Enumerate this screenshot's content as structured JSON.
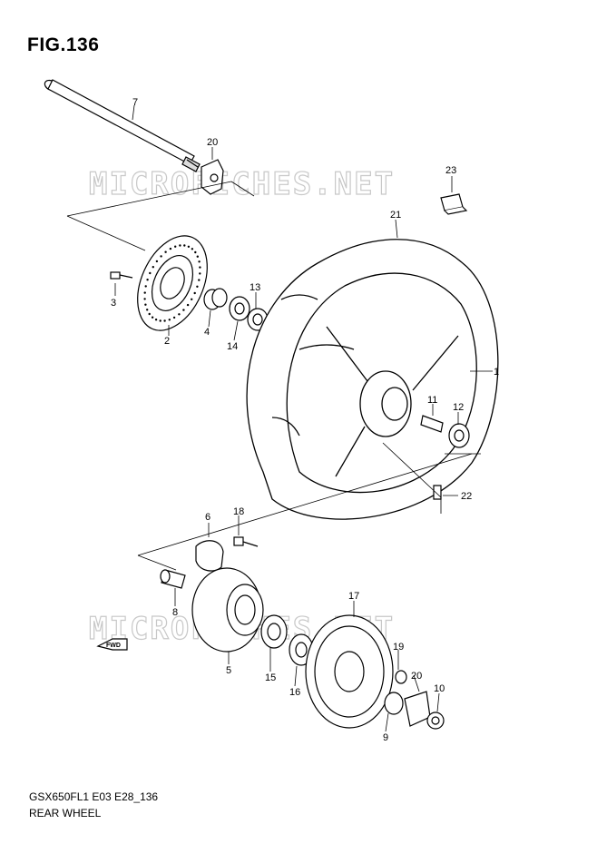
{
  "figure": {
    "title": "FIG.136",
    "model_code": "GSX650FL1 E03 E28_136",
    "section_title": "REAR WHEEL"
  },
  "watermark": {
    "text": "MICROFICHES.NET",
    "color": "#c8c8c8"
  },
  "direction_marker": "FWD",
  "callouts": [
    {
      "id": "1",
      "part": "rear-wheel"
    },
    {
      "id": "2",
      "part": "brake-disc"
    },
    {
      "id": "3",
      "part": "disc-bolt"
    },
    {
      "id": "4",
      "part": "spacer"
    },
    {
      "id": "5",
      "part": "sprocket-mounting-drum"
    },
    {
      "id": "6",
      "part": "damper"
    },
    {
      "id": "7",
      "part": "axle"
    },
    {
      "id": "8",
      "part": "drum-spacer"
    },
    {
      "id": "9",
      "part": "axle-spacer"
    },
    {
      "id": "10",
      "part": "axle-nut"
    },
    {
      "id": "11",
      "part": "wheel-spacer"
    },
    {
      "id": "12",
      "part": "bearing-right"
    },
    {
      "id": "13",
      "part": "bearing-left"
    },
    {
      "id": "14",
      "part": "oil-seal"
    },
    {
      "id": "15",
      "part": "bearing-drum"
    },
    {
      "id": "16",
      "part": "oil-seal-drum"
    },
    {
      "id": "17",
      "part": "rear-sprocket"
    },
    {
      "id": "18",
      "part": "drum-stud"
    },
    {
      "id": "19",
      "part": "sprocket-nut"
    },
    {
      "id": "20",
      "part": "chain-adjuster-plate"
    },
    {
      "id": "20",
      "part": "chain-adjuster-plate-left"
    },
    {
      "id": "21",
      "part": "tire"
    },
    {
      "id": "22",
      "part": "valve"
    },
    {
      "id": "23",
      "part": "balance-weight"
    }
  ]
}
